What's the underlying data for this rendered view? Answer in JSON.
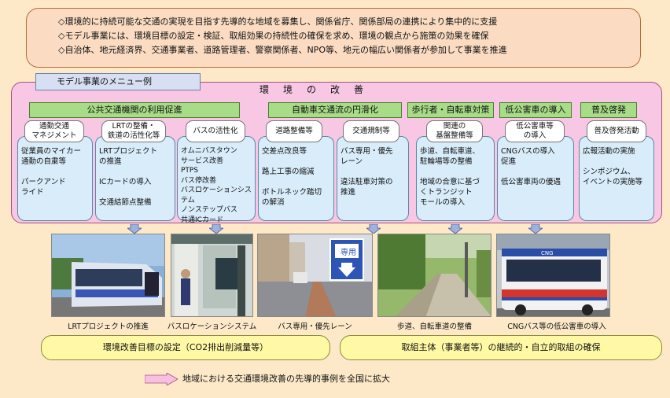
{
  "top_box": {
    "lines": [
      "◇環境的に持続可能な交通の実現を目指す先導的な地域を募集し、関係省庁、関係部局の連携により集中的に支援",
      "◇モデル事業には、環境目標の設定・検証、取組効果の持続性の確保を求め、環境の観点から施策の効果を確保",
      "◇自治体、地元経済界、交通事業者、道路管理者、警察関係者、NPO等、地元の幅広い関係者が参加して事業を推進"
    ]
  },
  "menu_tab": "モデル事業のメニュー例",
  "improvement_label": "環境の改善",
  "categories": [
    "公共交通機関の利用促進",
    "自動車交通流の円滑化",
    "歩行者・自転車対策",
    "低公害車の導入",
    "普及啓発"
  ],
  "subheaders": [
    "通勤交通\nマネジメント",
    "LRTの整備・\n鉄道の活性化等",
    "バスの活性化",
    "道路整備等",
    "交通規制等",
    "関連の\n基盤整備等",
    "低公害車等\nの導入",
    "普及啓発活動"
  ],
  "cards": [
    "従業員のマイカー\n通勤の自粛等\n\nパークアンド\nライド",
    "LRTプロジェクト\nの推進\n\nICカードの導入\n\n交通結節点整備",
    "オムニバスタウン\nサービス改善\nPTPS\nバス停改善\nバスロケーションシステム\nノンステップバス\n共通ICカード",
    "交差点改良等\n\n路上工事の縮減\n\nボトルネック踏切\nの解消",
    "バス専用・優先\nレーン\n\n違法駐車対策の\n推進",
    "歩道、自転車道、\n駐輪場等の整備\n\n地域の合意に基づ\nくトランジット\nモールの導入",
    "CNGバスの導入\n促進\n\n低公害車両の優遇",
    "広報活動の実施\n\nシンポジウム、\nイベントの実施等"
  ],
  "photo_captions": [
    "LRTプロジェクトの推進",
    "バスロケーションシステム",
    "バス専用・優先レーン",
    "歩道、自転車道の整備",
    "CNGバス等の低公害車の導入"
  ],
  "sign_text": [
    "専",
    "用"
  ],
  "bus_sign": "CNG",
  "bottom_boxes": [
    "環境改善目標の設定（CO2排出削減量等）",
    "取組主体（事業者等）の継続的・自立的取組の確保"
  ],
  "bottom_line": "地域における交通環境改善の先導的事例を全国に拡大"
}
